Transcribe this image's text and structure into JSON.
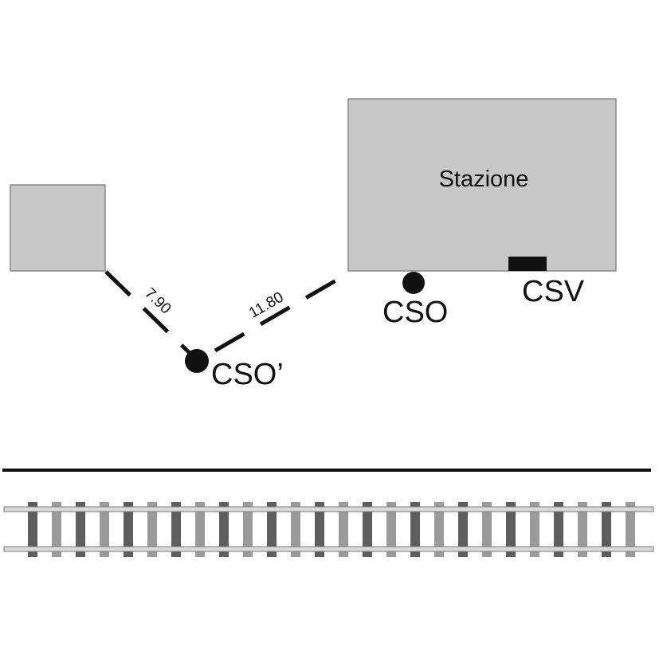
{
  "station": {
    "label": "Stazione"
  },
  "labels": {
    "cso": "CSO",
    "cso_prime": "CSO’",
    "csv": "CSV"
  },
  "distances": {
    "small_to_cso_prime": "7.90",
    "cso_prime_to_station": "11.80"
  },
  "colors": {
    "building_fill": "#c7c7c7",
    "building_stroke": "#8a8a8a",
    "marker": "#111111",
    "rail": "#d9d9d9",
    "tie_dark": "#5e5e5e",
    "tie_light": "#9b9b9b"
  }
}
